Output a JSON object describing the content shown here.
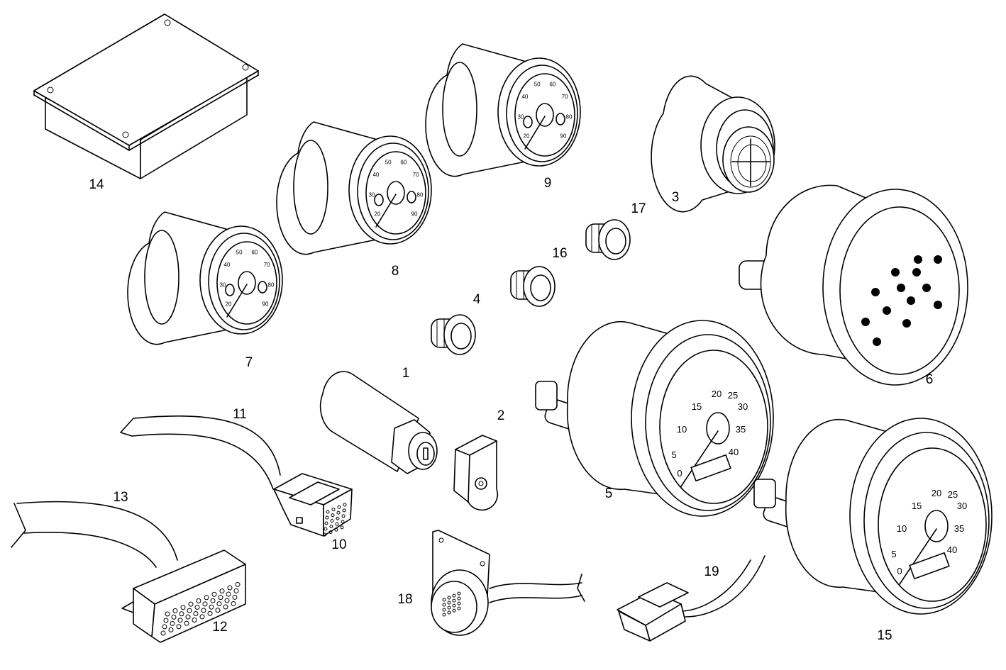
{
  "parts": [
    {
      "id": "part-14",
      "label": "14",
      "name": "control-module-box"
    },
    {
      "id": "part-8",
      "label": "8",
      "name": "small-gauge"
    },
    {
      "id": "part-9",
      "label": "9",
      "name": "small-gauge"
    },
    {
      "id": "part-7",
      "label": "7",
      "name": "small-gauge"
    },
    {
      "id": "part-3",
      "label": "3",
      "name": "buzzer"
    },
    {
      "id": "part-17",
      "label": "17",
      "name": "indicator-lamp"
    },
    {
      "id": "part-16",
      "label": "16",
      "name": "indicator-lamp"
    },
    {
      "id": "part-4",
      "label": "4",
      "name": "indicator-lamp"
    },
    {
      "id": "part-6",
      "label": "6",
      "name": "warning-light-panel"
    },
    {
      "id": "part-1",
      "label": "1",
      "name": "rotary-switch"
    },
    {
      "id": "part-2",
      "label": "2",
      "name": "key"
    },
    {
      "id": "part-5",
      "label": "5",
      "name": "speedometer"
    },
    {
      "id": "part-11",
      "label": "11",
      "name": "cable"
    },
    {
      "id": "part-10",
      "label": "10",
      "name": "connector"
    },
    {
      "id": "part-13",
      "label": "13",
      "name": "cable"
    },
    {
      "id": "part-12",
      "label": "12",
      "name": "connector"
    },
    {
      "id": "part-18",
      "label": "18",
      "name": "sensor-with-bracket"
    },
    {
      "id": "part-19",
      "label": "19",
      "name": "sensor-plug"
    },
    {
      "id": "part-15",
      "label": "15",
      "name": "tachometer"
    }
  ],
  "small_gauge_scale": [
    "20",
    "30",
    "40",
    "50",
    "60",
    "70",
    "80",
    "90"
  ],
  "large_gauge_scale": [
    "0",
    "5",
    "10",
    "15",
    "20",
    "25",
    "30",
    "35",
    "40"
  ]
}
